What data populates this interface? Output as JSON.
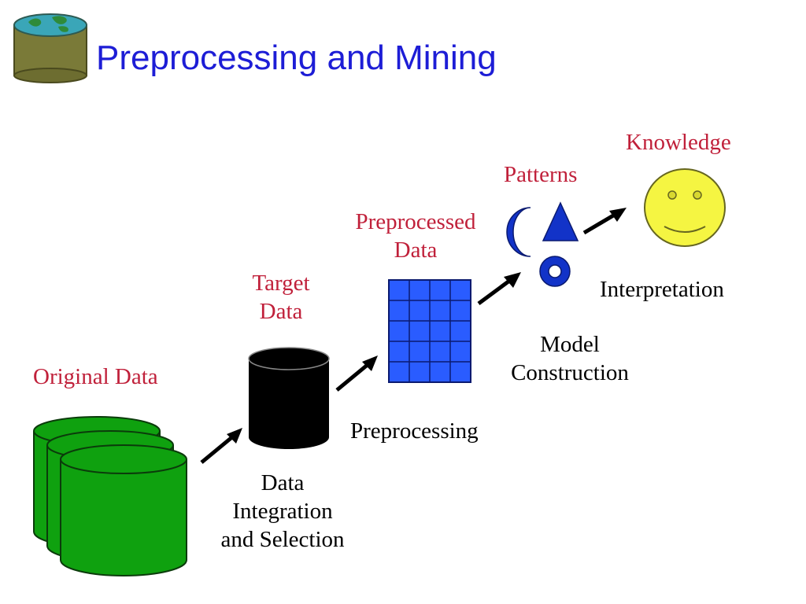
{
  "slide": {
    "title": "Preprocessing and Mining"
  },
  "stages": {
    "original_data": "Original Data",
    "target_data": [
      "Target",
      "Data"
    ],
    "preprocessed_data": [
      "Preprocessed",
      "Data"
    ],
    "patterns": "Patterns",
    "knowledge": "Knowledge"
  },
  "steps": {
    "integration": [
      "Data",
      "Integration",
      "and Selection"
    ],
    "preprocessing": "Preprocessing",
    "model_construction": [
      "Model",
      "Construction"
    ],
    "interpretation": "Interpretation"
  },
  "colors": {
    "title": "#1d1dd6",
    "stage_label": "#c0203a",
    "step_label": "#000000",
    "original_db": "#0fa10f",
    "target_db": "#000000",
    "grid": "#2a5cff",
    "pattern_shapes": "#1233c8",
    "smiley": "#f5f542"
  }
}
